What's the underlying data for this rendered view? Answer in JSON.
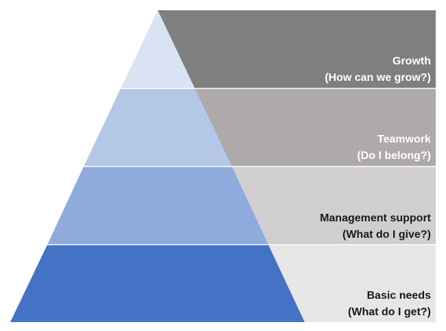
{
  "levels": [
    {
      "title": "Growth",
      "question": "(How can we grow?)",
      "band_color": "#7f7f7f",
      "triangle_color": "#dae3f3",
      "text_color": "#ffffff"
    },
    {
      "title": "Teamwork",
      "question": "(Do I belong?)",
      "band_color": "#aeaaaa",
      "triangle_color": "#b4c7e7",
      "text_color": "#ffffff"
    },
    {
      "title": "Management support",
      "question": "(What do I give?)",
      "band_color": "#d0cece",
      "triangle_color": "#8faadc",
      "text_color": "#1a1a1a"
    },
    {
      "title": "Basic needs",
      "question": "(What do I get?)",
      "band_color": "#e7e6e6",
      "triangle_color": "#4472c4",
      "text_color": "#1a1a1a"
    }
  ]
}
